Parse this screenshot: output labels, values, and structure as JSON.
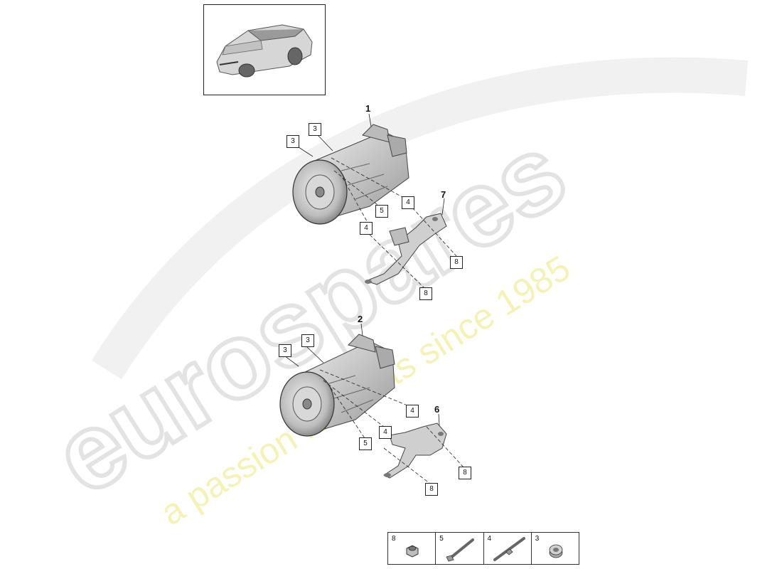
{
  "callouts": {
    "c1": "1",
    "c2": "2",
    "c6": "6",
    "c7": "7",
    "top_3a": "3",
    "top_3b": "3",
    "top_4a": "4",
    "top_4b": "4",
    "top_5": "5",
    "top_8a": "8",
    "top_8b": "8",
    "bot_3a": "3",
    "bot_3b": "3",
    "bot_4a": "4",
    "bot_4b": "4",
    "bot_5": "5",
    "bot_8a": "8",
    "bot_8b": "8"
  },
  "legend": {
    "items": [
      {
        "num": "8",
        "icon": "nut-icon"
      },
      {
        "num": "5",
        "icon": "bolt-icon"
      },
      {
        "num": "4",
        "icon": "stud-bolt-icon"
      },
      {
        "num": "3",
        "icon": "bushing-icon"
      }
    ]
  },
  "watermark": {
    "brand": "eurospares",
    "tagline": "a passion for parts since 1985"
  },
  "colors": {
    "line": "#222222",
    "part_fill": "#d9d9d9",
    "part_dark": "#8a8a8a",
    "watermark_grey": "#e6e6e6",
    "watermark_yellow": "#f3f0a8"
  }
}
